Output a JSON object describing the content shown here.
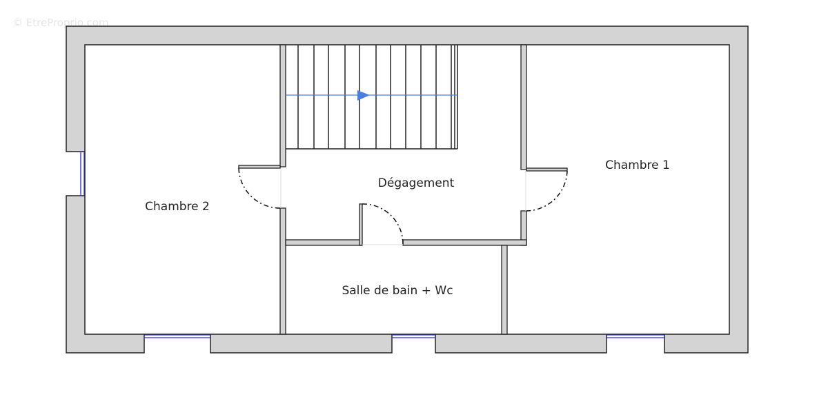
{
  "watermark": "© EtreProprio.com",
  "rooms": {
    "chambre1": "Chambre 1",
    "chambre2": "Chambre 2",
    "degagement": "Dégagement",
    "salle_de_bain": "Salle de bain + Wc"
  },
  "colors": {
    "wall_fill": "#d4d4d4",
    "wall_line": "#222222",
    "window": "#2b2bd6",
    "stair_arrow": "#4a7fe0"
  }
}
